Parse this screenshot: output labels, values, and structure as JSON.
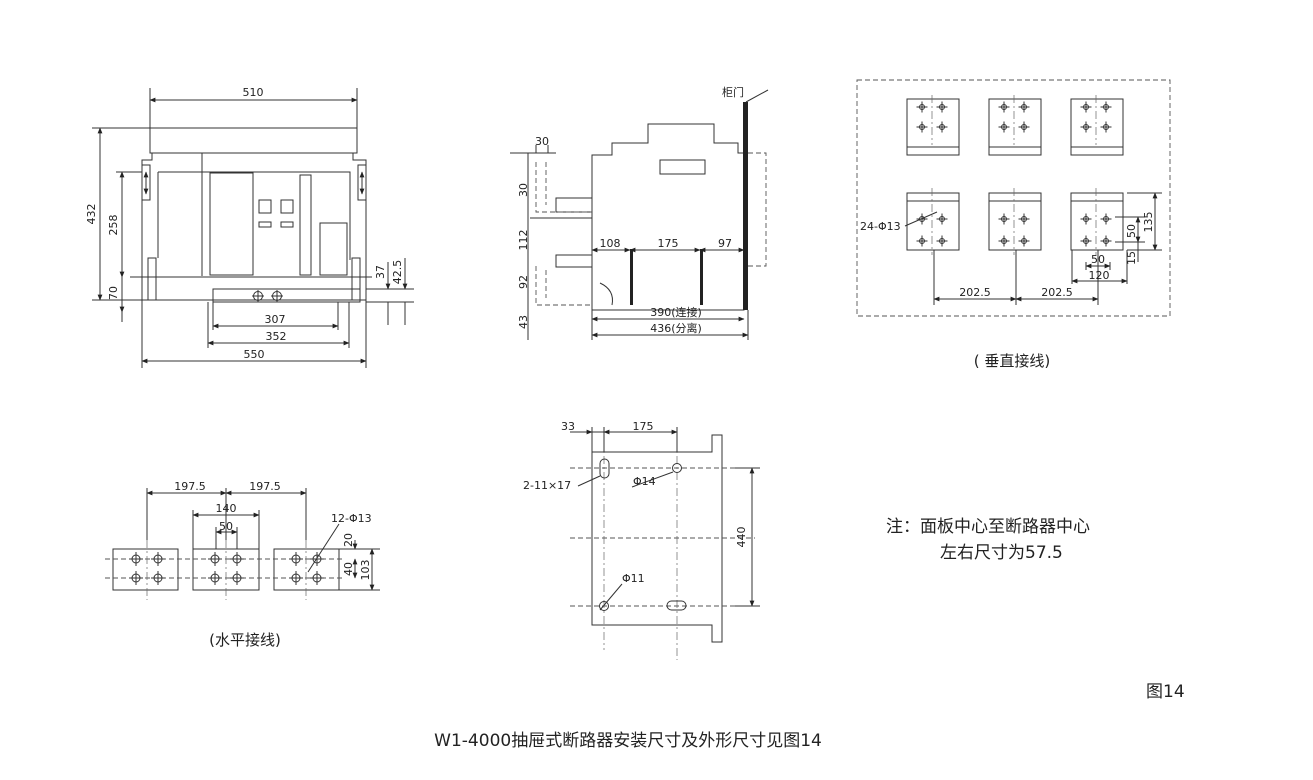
{
  "figure": {
    "title": "W1-4000抽屉式断路器安装尺寸及外形尺寸见图14",
    "figure_label": "图14"
  },
  "front_view": {
    "dims": {
      "top_width": "510",
      "height_432": "432",
      "height_258": "258",
      "height_70": "70",
      "height_37": "37",
      "height_42_5": "42.5",
      "width_307": "307",
      "width_352": "352",
      "width_550": "550"
    }
  },
  "side_view": {
    "door_label": "柜门",
    "dims": {
      "d30_top": "30",
      "d30_left": "30",
      "d112": "112",
      "d92": "92",
      "d43": "43",
      "d108": "108",
      "d175": "175",
      "d97": "97",
      "d390": "390(连接)",
      "d436": "436(分离)"
    }
  },
  "vertical_wiring": {
    "caption": "( 垂直接线)",
    "dims": {
      "holes": "24-Φ13",
      "d135": "135",
      "d50v": "50",
      "d15": "15",
      "d50h": "50",
      "d120": "120",
      "d202a": "202.5",
      "d202b": "202.5"
    }
  },
  "horizontal_wiring": {
    "caption": "(水平接线)",
    "dims": {
      "d197a": "197.5",
      "d197b": "197.5",
      "d140": "140",
      "d50": "50",
      "holes": "12-Φ13",
      "d20": "20",
      "d40": "40",
      "d103": "103"
    }
  },
  "mounting_view": {
    "dims": {
      "d33": "33",
      "d175": "175",
      "slots": "2-11×17",
      "phi14": "Φ14",
      "d440": "440",
      "phi11": "Φ11"
    }
  },
  "note": {
    "line1": "注：面板中心至断路器中心",
    "line2": "左右尺寸为57.5"
  }
}
